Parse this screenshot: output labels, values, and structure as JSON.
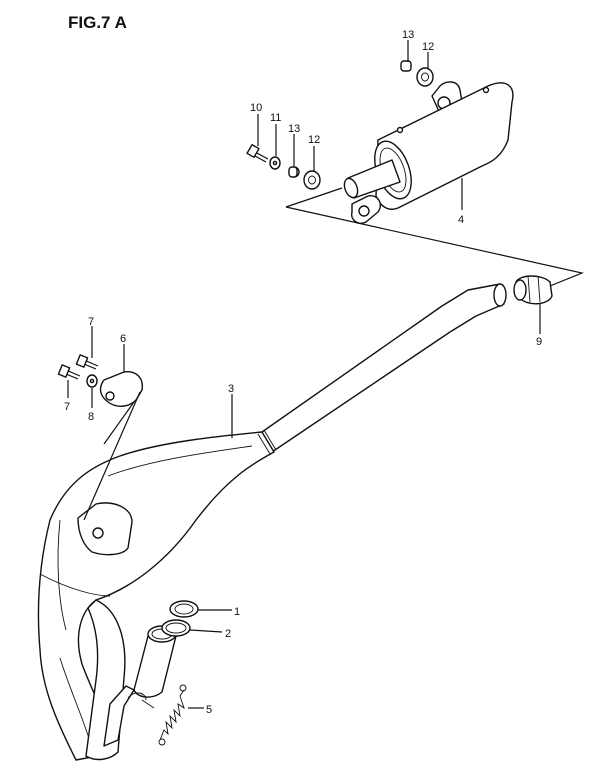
{
  "figure": {
    "title": "FIG.7 A"
  },
  "callouts": [
    {
      "num": "1"
    },
    {
      "num": "2"
    },
    {
      "num": "3"
    },
    {
      "num": "4"
    },
    {
      "num": "5"
    },
    {
      "num": "6"
    },
    {
      "num": "7"
    },
    {
      "num": "7"
    },
    {
      "num": "8"
    },
    {
      "num": "9"
    },
    {
      "num": "10"
    },
    {
      "num": "11"
    },
    {
      "num": "12"
    },
    {
      "num": "13"
    },
    {
      "num": "13"
    },
    {
      "num": "12"
    }
  ]
}
